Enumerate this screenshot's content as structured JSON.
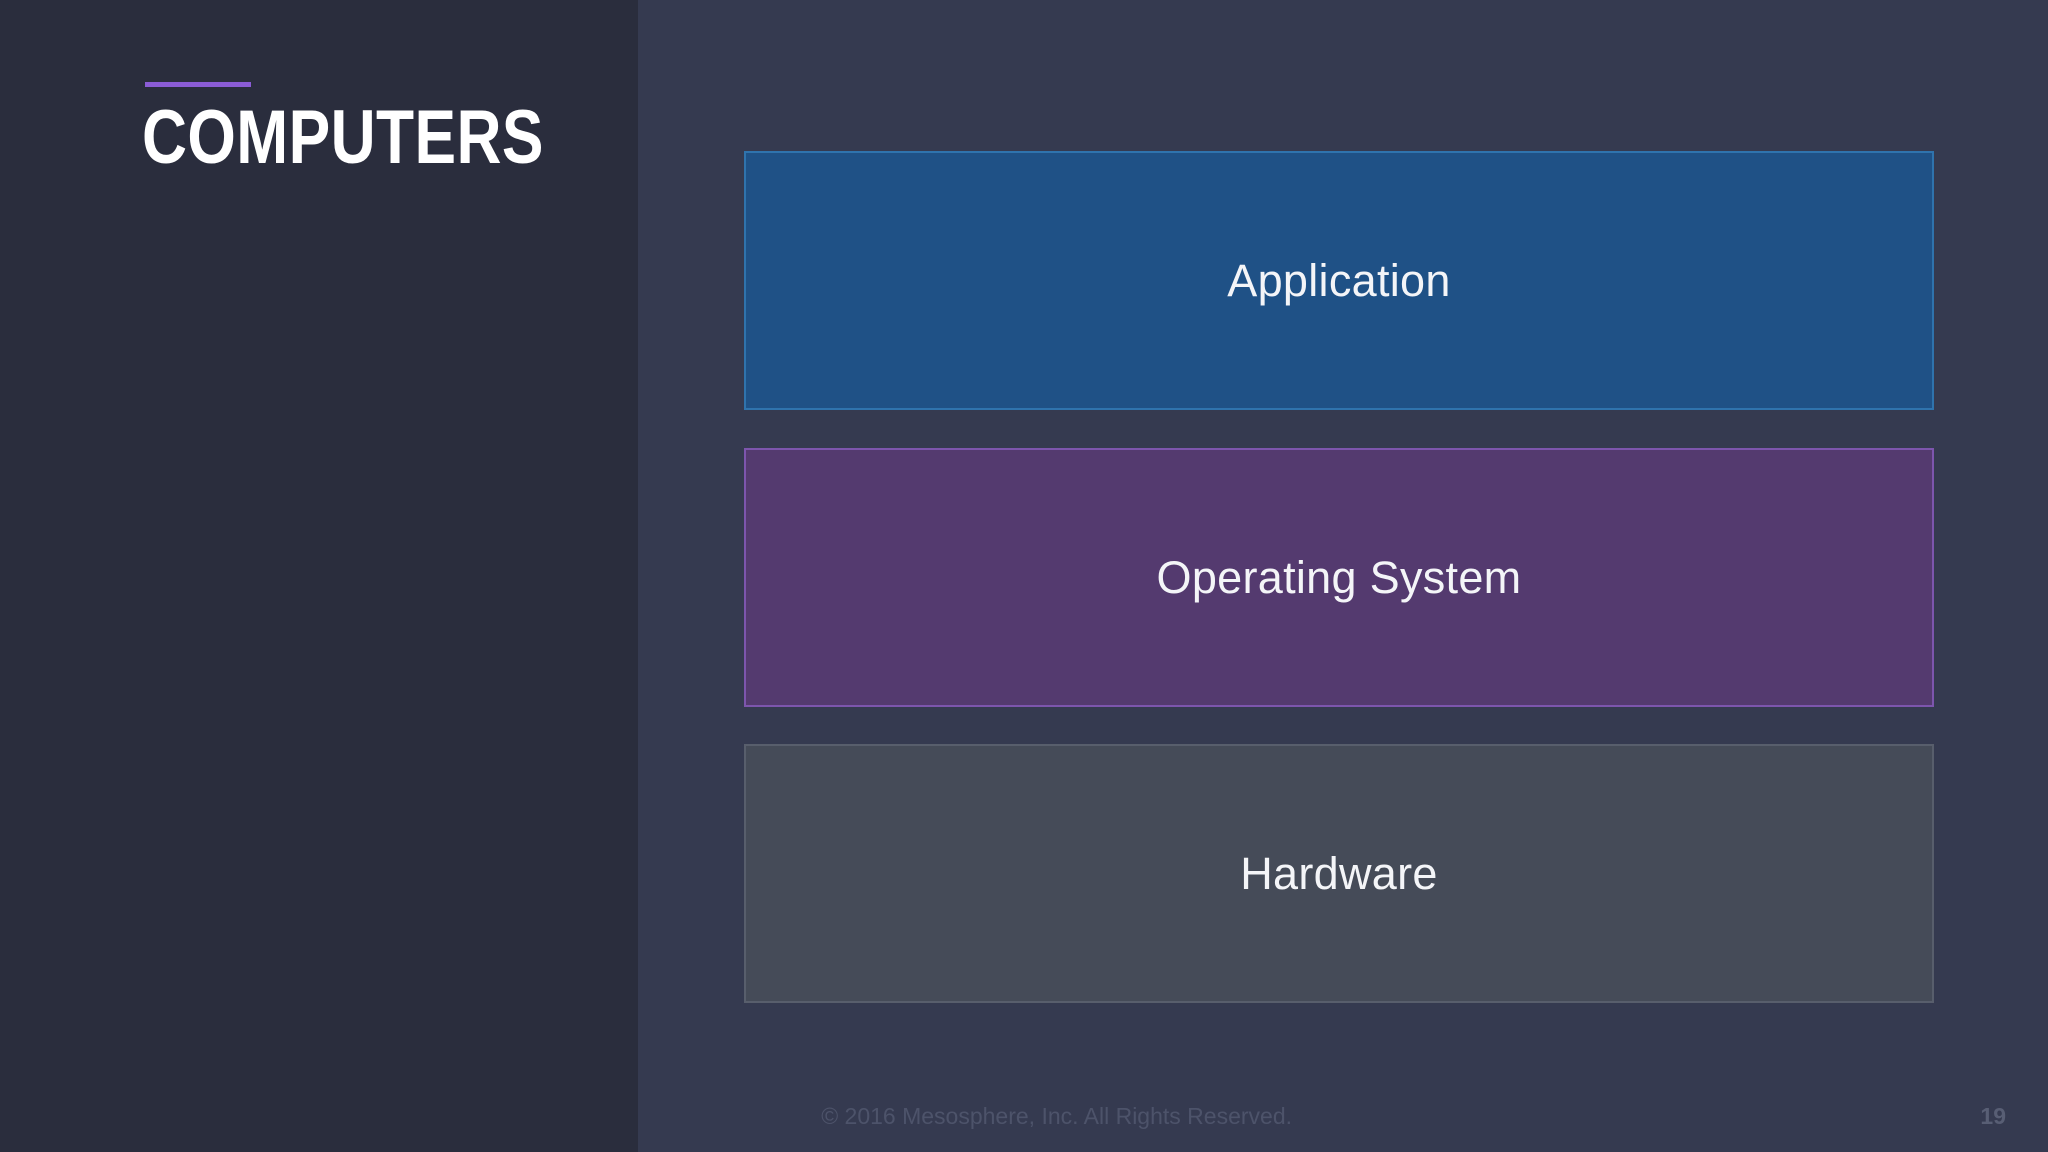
{
  "slide": {
    "title": "COMPUTERS",
    "accent_color": "#8b5cd6",
    "left_panel_color": "#2a2d3d",
    "right_panel_color": "#353a50"
  },
  "diagram": {
    "type": "stack",
    "orientation": "vertical",
    "layers": [
      {
        "label": "Application",
        "fill": "#1f5186",
        "border": "#2f73ad",
        "position": "top"
      },
      {
        "label": "Operating System",
        "fill": "#543a6f",
        "border": "#7d55ad",
        "position": "middle"
      },
      {
        "label": "Hardware",
        "fill": "#454b58",
        "border": "#585e6c",
        "position": "bottom"
      }
    ]
  },
  "footer": {
    "copyright": "© 2016 Mesosphere, Inc. All Rights Reserved.",
    "page_number": "19"
  }
}
